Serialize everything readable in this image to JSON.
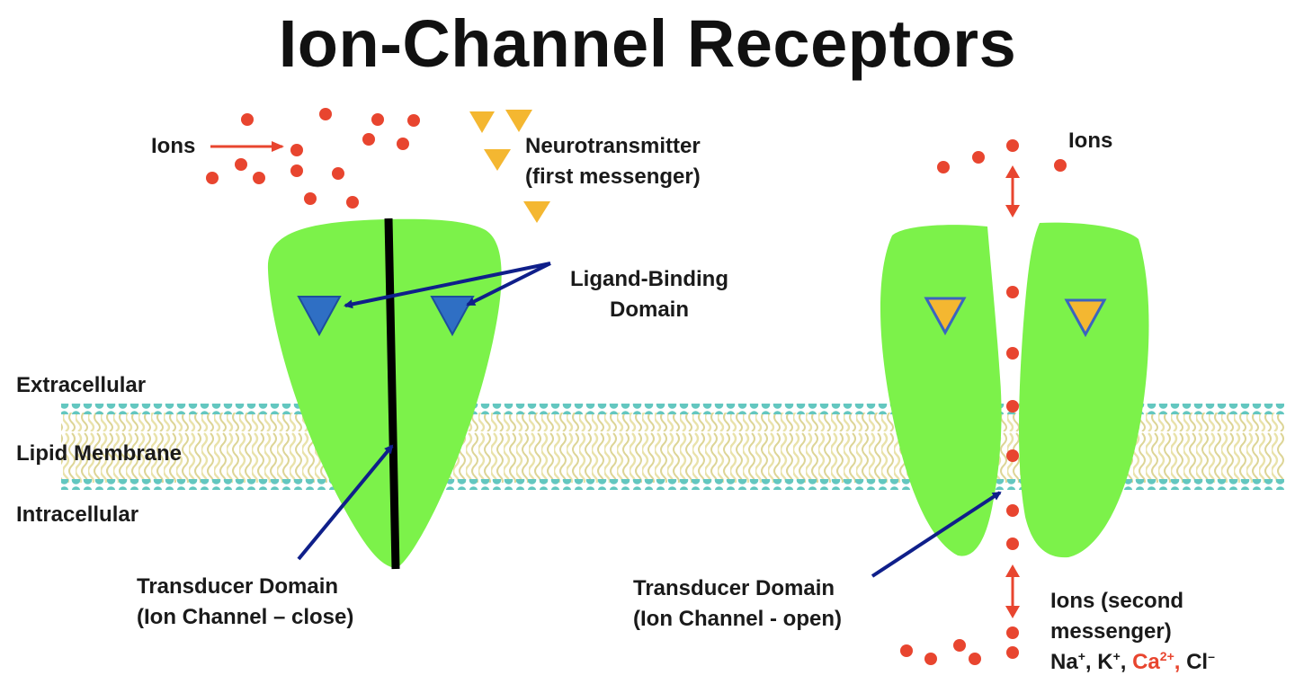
{
  "title": "Ion-Channel Receptors",
  "colors": {
    "ion": "#e8452f",
    "receptor": "#7cf24a",
    "neurotransmitter": "#f4b731",
    "binding_site": "#2f6fc4",
    "arrow": "#0f1f8a",
    "membrane_head": "#63c7c0",
    "membrane_tail": "#e9e2aa"
  },
  "labels": {
    "ions_top_left": "Ions",
    "neurotransmitter_line1": "Neurotransmitter",
    "neurotransmitter_line2": "(first messenger)",
    "ligand_line1": "Ligand-Binding",
    "ligand_line2": "Domain",
    "extracellular": "Extracellular",
    "lipid_membrane": "Lipid Membrane",
    "intracellular": "Intracellular",
    "transducer_close_line1": "Transducer Domain",
    "transducer_close_line2": "(Ion Channel – close)",
    "transducer_open_line1": "Transducer Domain",
    "transducer_open_line2": "(Ion Channel - open)",
    "ions_top_right": "Ions",
    "ions_second_line1": "Ions (second",
    "ions_second_line2": "messenger)",
    "ion_list": {
      "na": "Na",
      "na_charge": "+",
      "sep1": ", ",
      "k": "K",
      "k_charge": "+",
      "sep2": ", ",
      "ca": "Ca",
      "ca_charge": "2+",
      "sep3": ", ",
      "cl": "Cl",
      "cl_charge": "–"
    }
  }
}
